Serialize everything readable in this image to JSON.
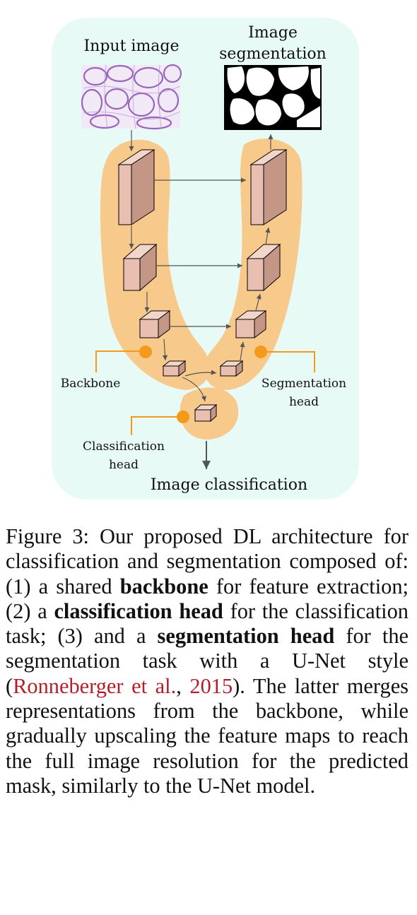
{
  "figure": {
    "labels": {
      "input_image": "Input image",
      "image_segmentation_line1": "Image",
      "image_segmentation_line2": "segmentation",
      "backbone": "Backbone",
      "segmentation_head_line1": "Segmentation",
      "segmentation_head_line2": "head",
      "classification_head_line1": "Classification",
      "classification_head_line2": "head",
      "image_classification": "Image classification"
    },
    "colors": {
      "panel_background": "#e8faf6",
      "blob_fill": "#f7c98a",
      "cube_front": "#e8bfb0",
      "cube_top": "#f3d6ca",
      "cube_side": "#c49686",
      "callout": "#f39a1b",
      "dot": "#f39a1b",
      "histology_purple": "#8a4fb0"
    }
  },
  "caption": {
    "figure_label": "Figure 3:",
    "t1": " Our proposed DL architecture for classification and segmentation com­posed of: (1) a shared ",
    "b1": "backbone",
    "t2": " for fea­ture extraction; (2) a ",
    "b2": "classification head",
    "t3": " for the classification task; (3) and a ",
    "b3": "seg­mentation head",
    "t4": " for the segmentation task with a U-Net style (",
    "cite_author": "Ronneberger et al.",
    "t5": ", ",
    "cite_year": "2015",
    "t6": "). The latter merges rep­resentations from the backbone, while gradually upscaling the feature maps to reach the full image resolution for the predicted mask, similarly to the U-Net model."
  }
}
